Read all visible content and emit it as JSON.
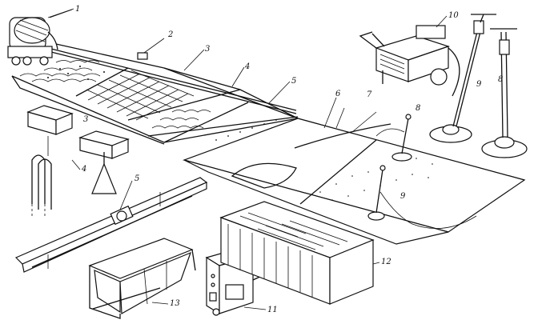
{
  "labels": [
    "1",
    "2",
    "3",
    "4",
    "5",
    "6",
    "7",
    "8",
    "9",
    "10",
    "11",
    "12",
    "13"
  ]
}
